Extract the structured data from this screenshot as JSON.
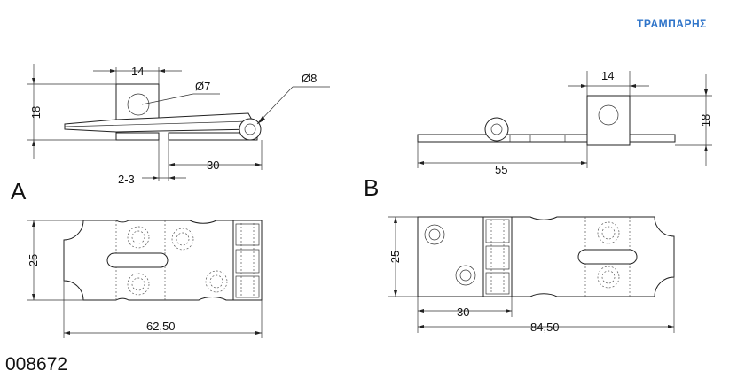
{
  "brand": "ΤΡΑΜΠΑΡΗΣ",
  "product_code": "008672",
  "colors": {
    "brand": "#2f74c9",
    "line": "#222222"
  },
  "view_a": {
    "label": "A",
    "dims": {
      "width_top": "14",
      "height": "18",
      "hole": "Ø7",
      "pin": "Ø8",
      "gap": "2-3",
      "offset": "30",
      "plate_height": "25",
      "total_length": "62,50"
    }
  },
  "view_b": {
    "label": "B",
    "dims": {
      "width_top": "14",
      "height": "18",
      "leaf": "55",
      "plate_height": "25",
      "offset": "30",
      "total_length": "84,50"
    }
  }
}
